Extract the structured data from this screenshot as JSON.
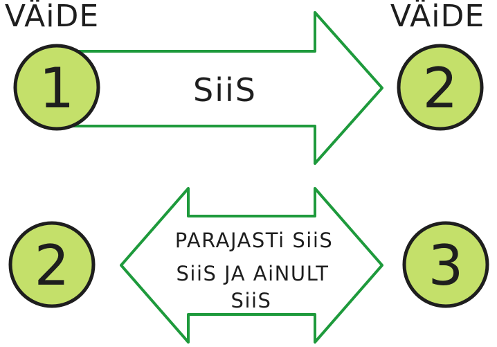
{
  "colors": {
    "arrow_stroke": "#1e9a3c",
    "circle_fill": "#c4e06a",
    "circle_stroke": "#1e1e1e",
    "text": "#1e1e1e",
    "background": "#ffffff"
  },
  "headers": {
    "left": "VÄiDE",
    "right": "VÄiDE"
  },
  "top_arrow": {
    "label": "SiiS"
  },
  "bottom_arrow": {
    "line1": "PARAJASTi SiiS",
    "line2": "SiiS JA AiNULT",
    "line3": "SiiS"
  },
  "circles": {
    "top_left": "1",
    "top_right": "2",
    "bottom_left": "2",
    "bottom_right": "3"
  }
}
